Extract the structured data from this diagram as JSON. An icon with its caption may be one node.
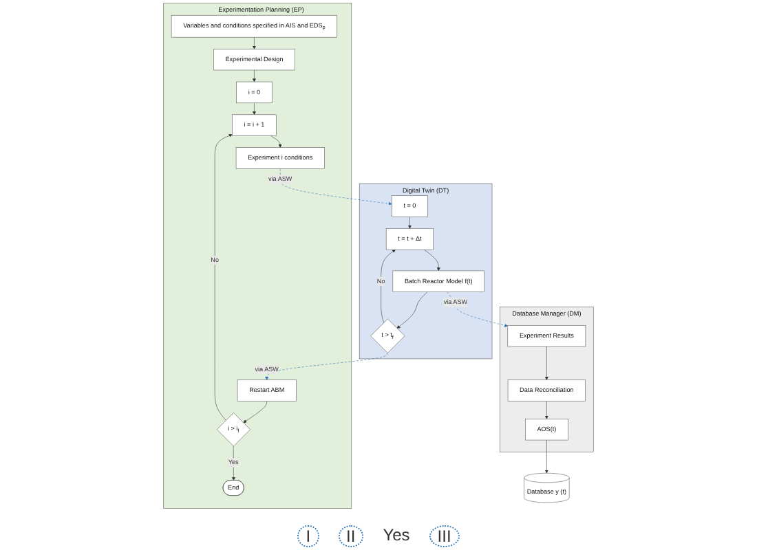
{
  "diagram": {
    "nodes": [
      {
        "text": [
          "Experimentation Planning (EP)"
        ]
      },
      {
        "text": [
          "Variables and conditions specified in AIS and EDS$_{p}$"
        ],
        "in": 0
      },
      {
        "text": [
          "Experimental Design"
        ],
        "in": 0
      },
      {
        "text": [
          "i = 0"
        ],
        "in": 0
      },
      {
        "text": [
          "i = i + 1"
        ],
        "in": 0
      },
      {
        "text": [
          "Experiment i conditions"
        ],
        "in": 0
      },
      {
        "text": [
          "i > i$_{f}$"
        ],
        "in": 0
      },
      {
        "text": [
          "Restart ABM"
        ],
        "in": 0
      },
      {
        "text": [
          "End"
        ],
        "in": 0
      },
      {
        "text": [
          "Digital Twin (DT)"
        ]
      },
      {
        "text": [
          "t = 0"
        ],
        "in": 9
      },
      {
        "text": [
          "t = t + Δt"
        ],
        "in": 9
      },
      {
        "text": [
          "Batch Reactor Model f(t)"
        ],
        "in": 9
      },
      {
        "text": [
          "t > t$_{f}$"
        ],
        "in": 9
      },
      {
        "text": [
          "Database Manager (DM)"
        ]
      },
      {
        "text": [
          "Experiment Results"
        ],
        "in": 14
      },
      {
        "text": [
          "Data Reconciliation"
        ],
        "in": 14
      },
      {
        "text": [
          "AOS(t)"
        ],
        "in": 14
      },
      {
        "text": [
          "Database y (t)"
        ]
      }
    ],
    "edges": [
      {
        "from": 1,
        "to": 2,
        "arrow": "to"
      },
      {
        "from": 2,
        "to": 3,
        "arrow": "to"
      },
      {
        "from": 3,
        "to": 4,
        "arrow": "to"
      },
      {
        "from": 4,
        "to": 5,
        "arrow": "to"
      },
      {
        "from": 5,
        "to": 10,
        "arrow": "to",
        "label": "via ASW",
        "style": "dashed",
        "color": "#2e75b6"
      },
      {
        "from": 10,
        "to": 11,
        "arrow": "to"
      },
      {
        "from": 11,
        "to": 12,
        "arrow": "to"
      },
      {
        "from": 12,
        "to": 13,
        "arrow": "to"
      },
      {
        "from": 13,
        "to": 11,
        "arrow": "to",
        "label": "No"
      },
      {
        "from": 12,
        "to": 15,
        "arrow": "to",
        "label": "via ASW",
        "style": "dashed",
        "color": "#2e75b6"
      },
      {
        "from": 15,
        "to": 16,
        "arrow": "to"
      },
      {
        "from": 16,
        "to": 17,
        "arrow": "to"
      },
      {
        "from": 17,
        "to": 18,
        "arrow": "to"
      },
      {
        "from": 13,
        "to": 7,
        "arrow": "to",
        "label": "via ASW",
        "style": "dashed",
        "color": "#2e75b6"
      },
      {
        "from": 7,
        "to": 6,
        "arrow": "to"
      },
      {
        "from": 6,
        "to": 4,
        "arrow": "to",
        "label": "No"
      },
      {
        "from": 6,
        "to": 8,
        "arrow": "to",
        "label": "Yes"
      }
    ],
    "labels": [
      "I",
      "II",
      "Yes",
      "III"
    ]
  }
}
